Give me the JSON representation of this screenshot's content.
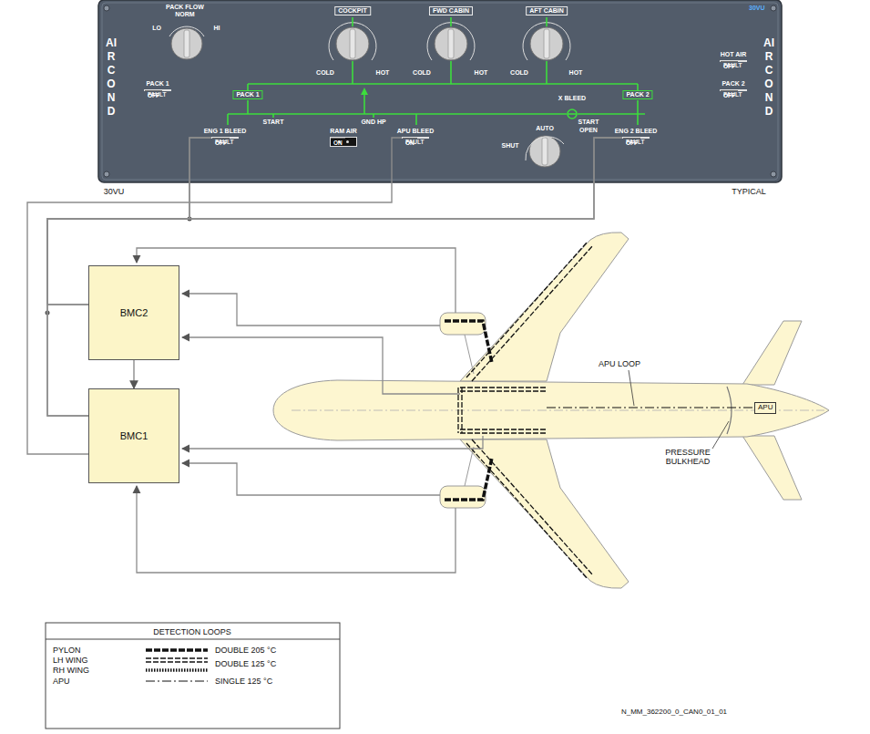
{
  "diagram": {
    "nodes": [
      {
        "text": [
          "AIR COND",
          "30VU",
          "AIR COND"
        ]
      },
      {
        "text": [
          "PACK 1",
          "FAULT",
          "OFF"
        ],
        "in": 0
      },
      {
        "text": [
          "HOT AIR",
          "FAULT",
          "OFF"
        ],
        "in": 0
      },
      {
        "text": [
          "PACK 2",
          "FAULT",
          "OFF"
        ],
        "in": 0
      },
      {
        "text": [
          "ENG 1 BLEED",
          "FAULT",
          "OFF"
        ],
        "in": 0
      },
      {
        "text": [
          "RAM AIR",
          "ON"
        ],
        "in": 0
      },
      {
        "text": [
          "APU BLEED",
          "FAULT",
          "ON"
        ],
        "in": 0
      },
      {
        "text": [
          "ENG 2 BLEED",
          "FAULT",
          "OFF"
        ],
        "in": 0
      },
      {
        "text": [
          "BMC2"
        ]
      },
      {
        "text": [
          "BMC1"
        ]
      },
      {
        "text": [
          "APU"
        ]
      }
    ],
    "edges": [
      {
        "from": 4,
        "to": 8,
        "arrow": "none"
      },
      {
        "from": 4,
        "to": 9,
        "arrow": "none"
      },
      {
        "from": 7,
        "to": 8,
        "arrow": "none"
      },
      {
        "from": 7,
        "to": 9,
        "arrow": "none"
      },
      {
        "from": 6,
        "to": 9,
        "arrow": "none"
      },
      {
        "from": 8,
        "to": 9,
        "arrow": "to"
      }
    ],
    "labels": [
      "PACK FLOW",
      "NORM",
      "LO",
      "HI",
      "COCKPIT",
      "FWD CABIN",
      "AFT CABIN",
      "COLD",
      "HOT",
      "COLD",
      "HOT",
      "COLD",
      "HOT",
      "PACK 1",
      "X BLEED",
      "PACK 2",
      "START",
      "GND HP",
      "SHUT",
      "AUTO",
      "START",
      "OPEN",
      "30VU",
      "TYPICAL",
      "APU LOOP",
      "PRESSURE BULKHEAD",
      "DETECTION LOOPS",
      "PYLON",
      "LH WING",
      "RH WING",
      "APU",
      "N_MM_362200_0_CAN0_01_01"
    ],
    "legend": [
      {
        "text": "DOUBLE 205 °C"
      },
      {
        "text": "DOUBLE 125 °C"
      },
      {
        "text": "SINGLE 125 °C"
      }
    ]
  }
}
